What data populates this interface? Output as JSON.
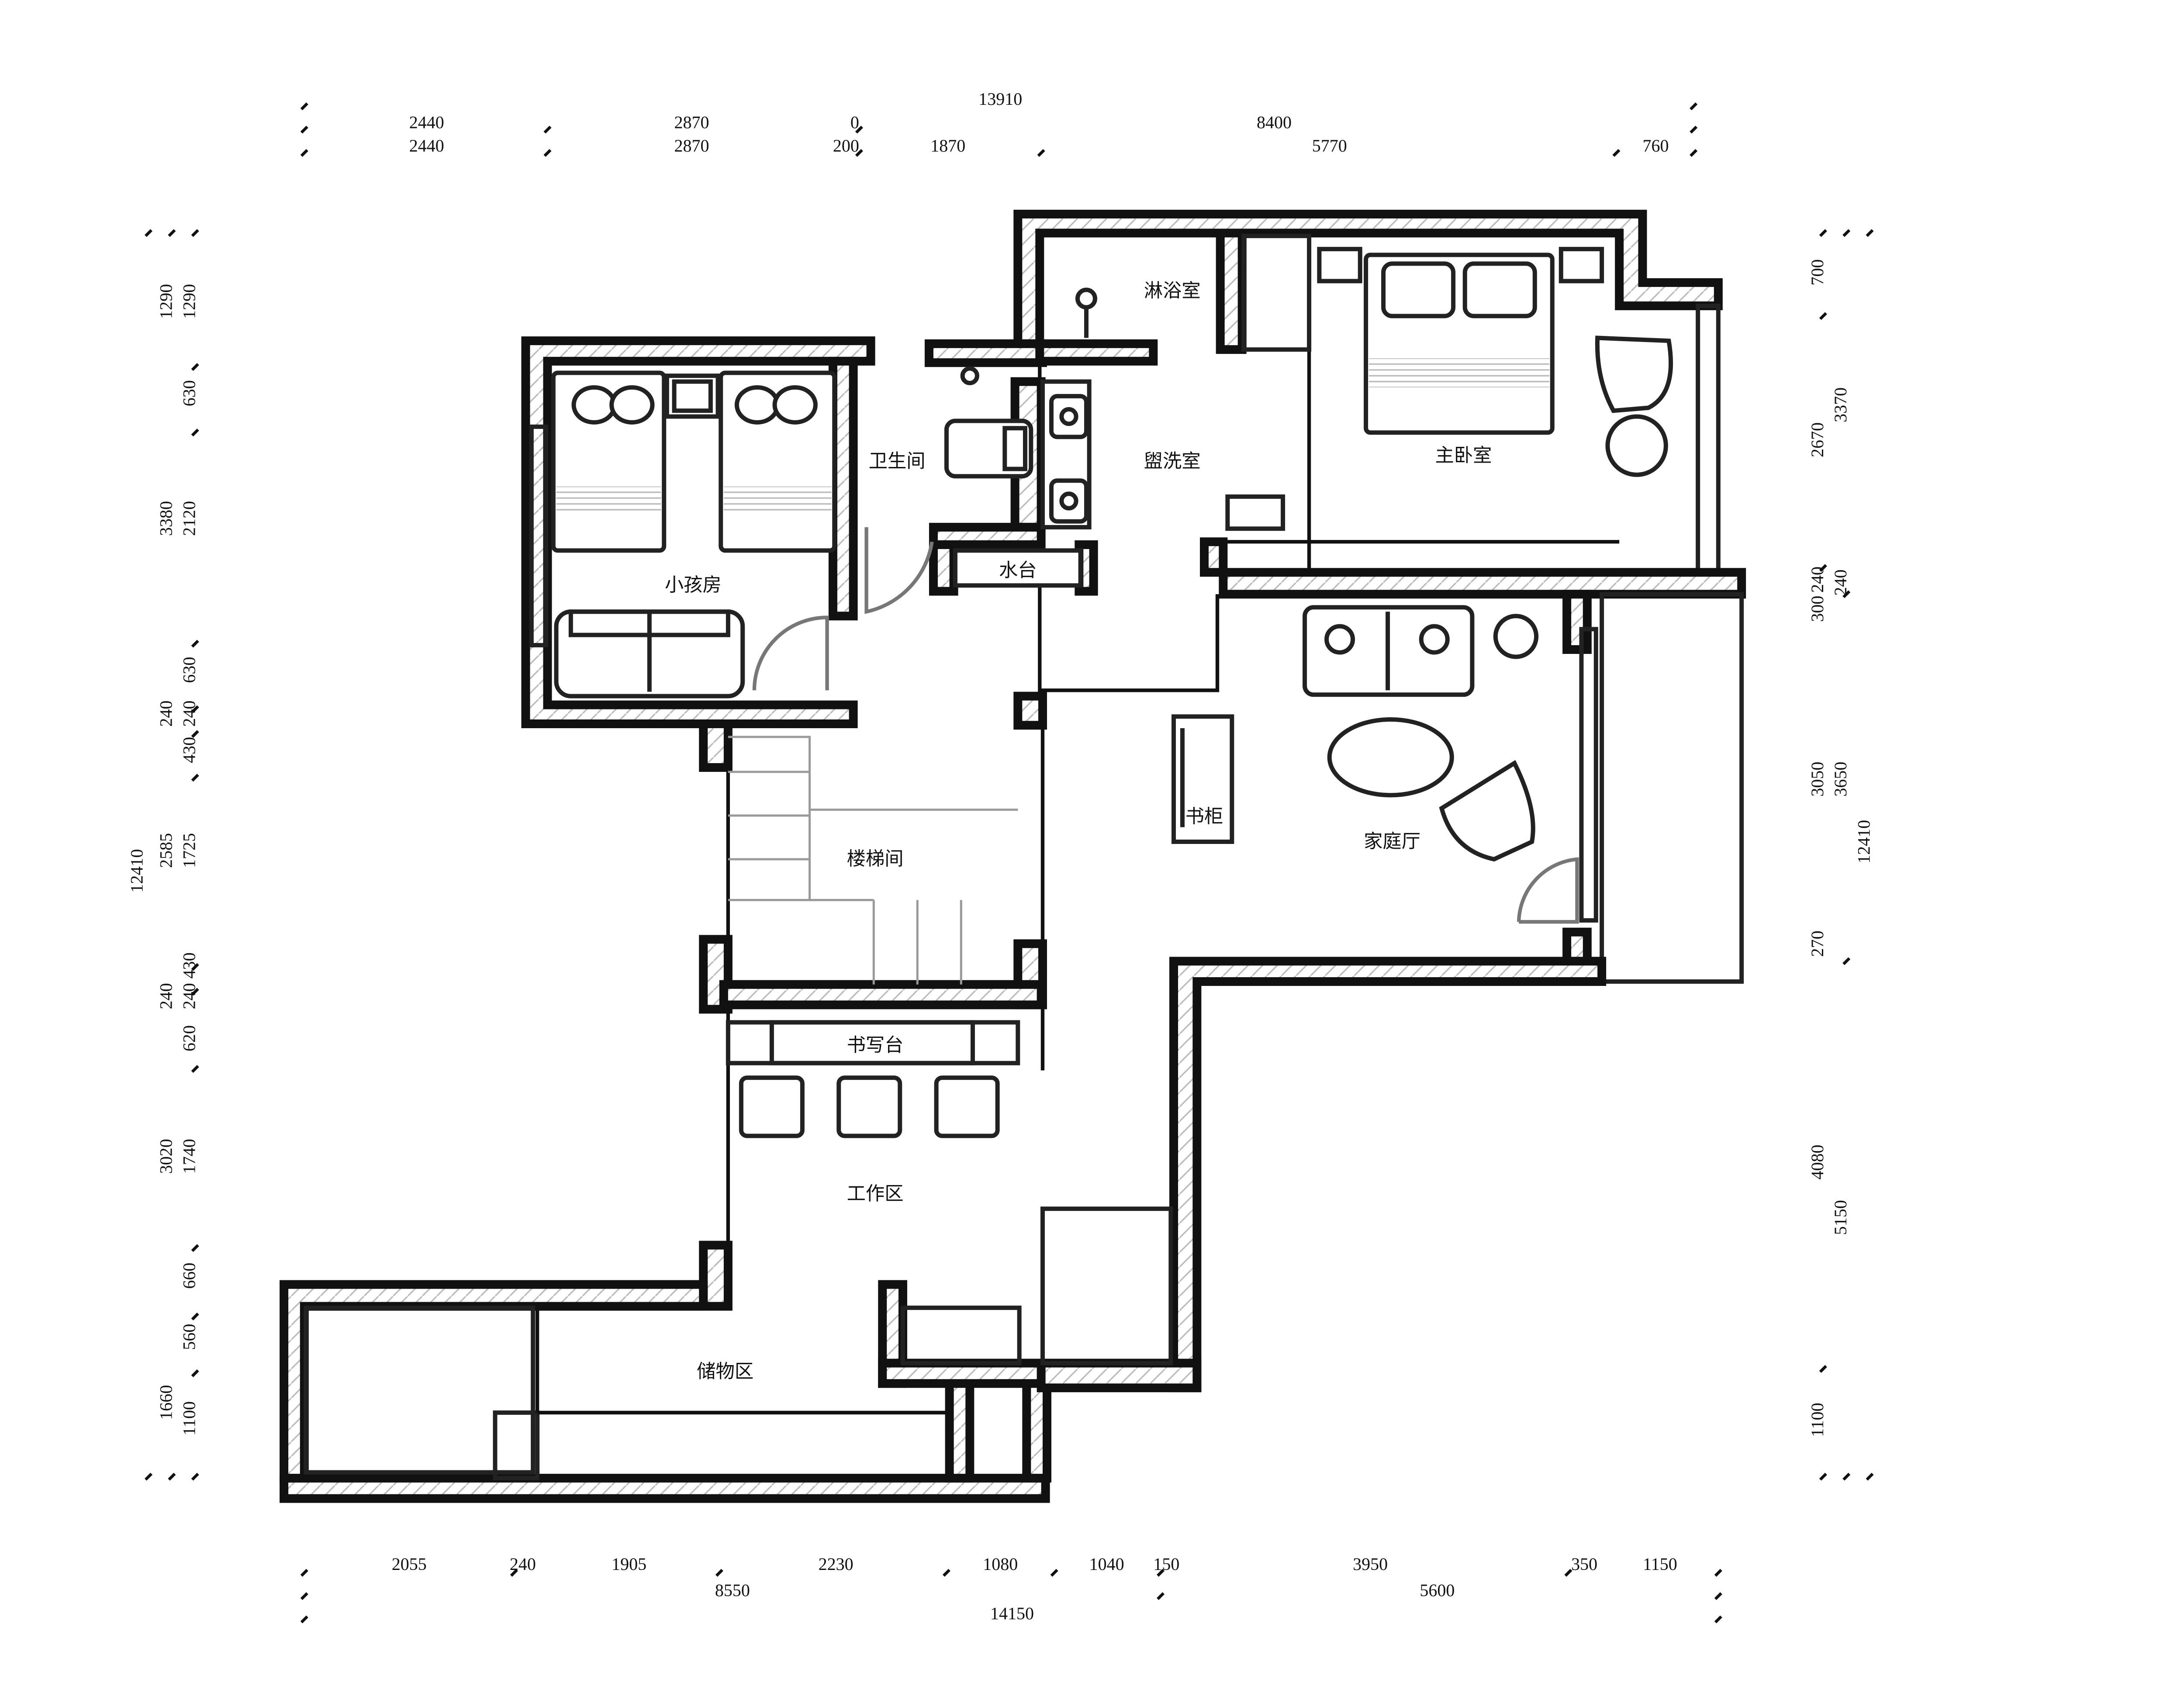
{
  "rooms": {
    "shower": "淋浴室",
    "toilet": "卫生间",
    "washroom": "盥洗室",
    "master_bedroom": "主卧室",
    "kids_room": "小孩房",
    "water_counter": "水台",
    "bookcase": "书柜",
    "family_hall": "家庭厅",
    "stairwell": "楼梯间",
    "writing_desk": "书写台",
    "work_area": "工作区",
    "storage": "储物区"
  },
  "dims_top": {
    "total": "13910",
    "d1": "2440",
    "d2": "2870",
    "d3": "0",
    "d4": "8400",
    "e1": "2440",
    "e2": "2870",
    "e3": "200",
    "e4": "1870",
    "e5": "5770",
    "e6": "760"
  },
  "dims_bottom": {
    "b1": "2055",
    "b2": "240",
    "b3": "1905",
    "b4": "2230",
    "b5": "1080",
    "b6": "1040",
    "b7": "150",
    "b8": "3950",
    "b9": "350",
    "b10": "1150",
    "s1": "8550",
    "s2": "5600",
    "total": "14150"
  },
  "dims_left": {
    "total": "12410",
    "a1": "1290",
    "a2": "1290",
    "a3": "630",
    "a4": "3380",
    "a5": "2120",
    "a6": "630",
    "a7": "240",
    "a8": "240",
    "a9": "430",
    "a10": "2585",
    "a11": "1725",
    "a12": "430",
    "a13": "240",
    "a14": "240",
    "a15": "620",
    "a16": "3020",
    "a17": "1740",
    "a18": "660",
    "a19": "560",
    "a20": "1660",
    "a21": "1100"
  },
  "dims_right": {
    "total": "12410",
    "r1": "700",
    "r2": "3370",
    "r3": "2670",
    "r4": "300",
    "r5": "240",
    "r6": "240",
    "r7": "3050",
    "r8": "3650",
    "r9": "270",
    "r10": "4080",
    "r11": "5150",
    "r12": "1100"
  }
}
